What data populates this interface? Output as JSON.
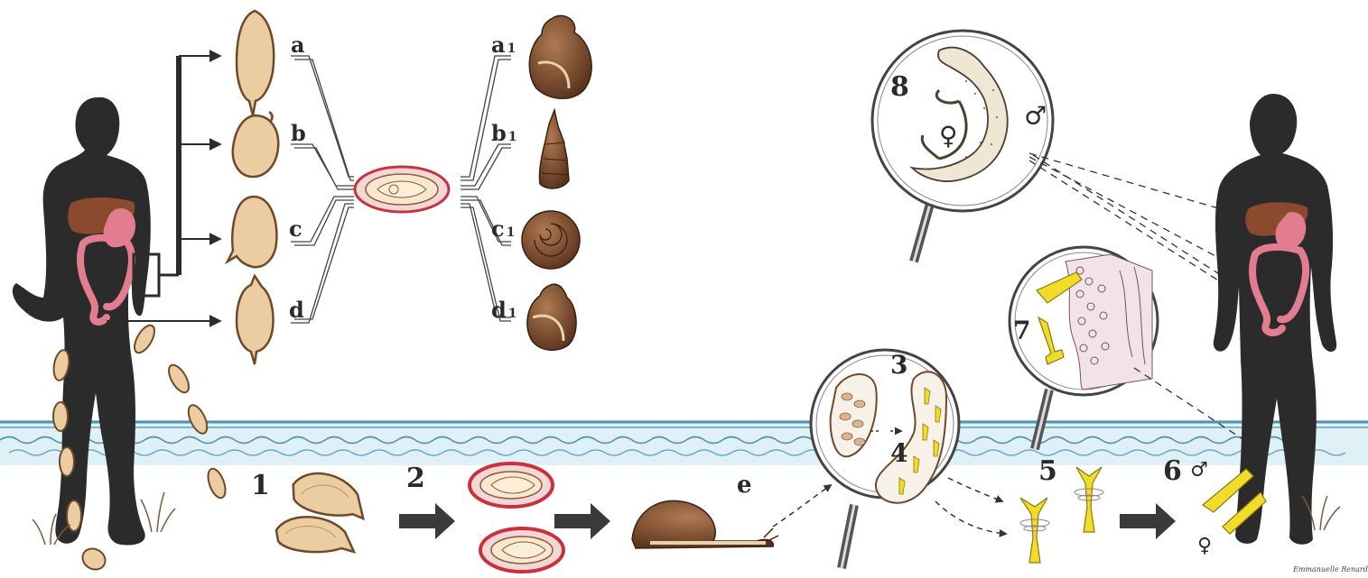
{
  "egg_labels": {
    "a": "a",
    "b": "b",
    "c": "c",
    "d": "d"
  },
  "snail_labels": {
    "a": "a",
    "b": "b",
    "c": "c",
    "d": "d",
    "sub": "1"
  },
  "stage_numbers": {
    "s1": "1",
    "s2": "2",
    "s3": "3",
    "s4": "4",
    "s5": "5",
    "s6": "6",
    "s7": "7",
    "s8": "8"
  },
  "snail_label": "e",
  "symbols": {
    "male": "♂",
    "female": "♀"
  },
  "credit": "Emmanuelle Renard",
  "colors": {
    "silhouette": "#2b2b2b",
    "liver": "#8b4a2e",
    "gut": "#e27d8f",
    "egg_fill": "#eccda2",
    "egg_stroke": "#6e4a2a",
    "miracidium_ring": "#c8323a",
    "cercaria": "#f1dc2a",
    "water": "#a9d2e2",
    "wave": "#4e93b4",
    "arrow": "#3a3a3a",
    "snail": "#7d4a2e"
  }
}
